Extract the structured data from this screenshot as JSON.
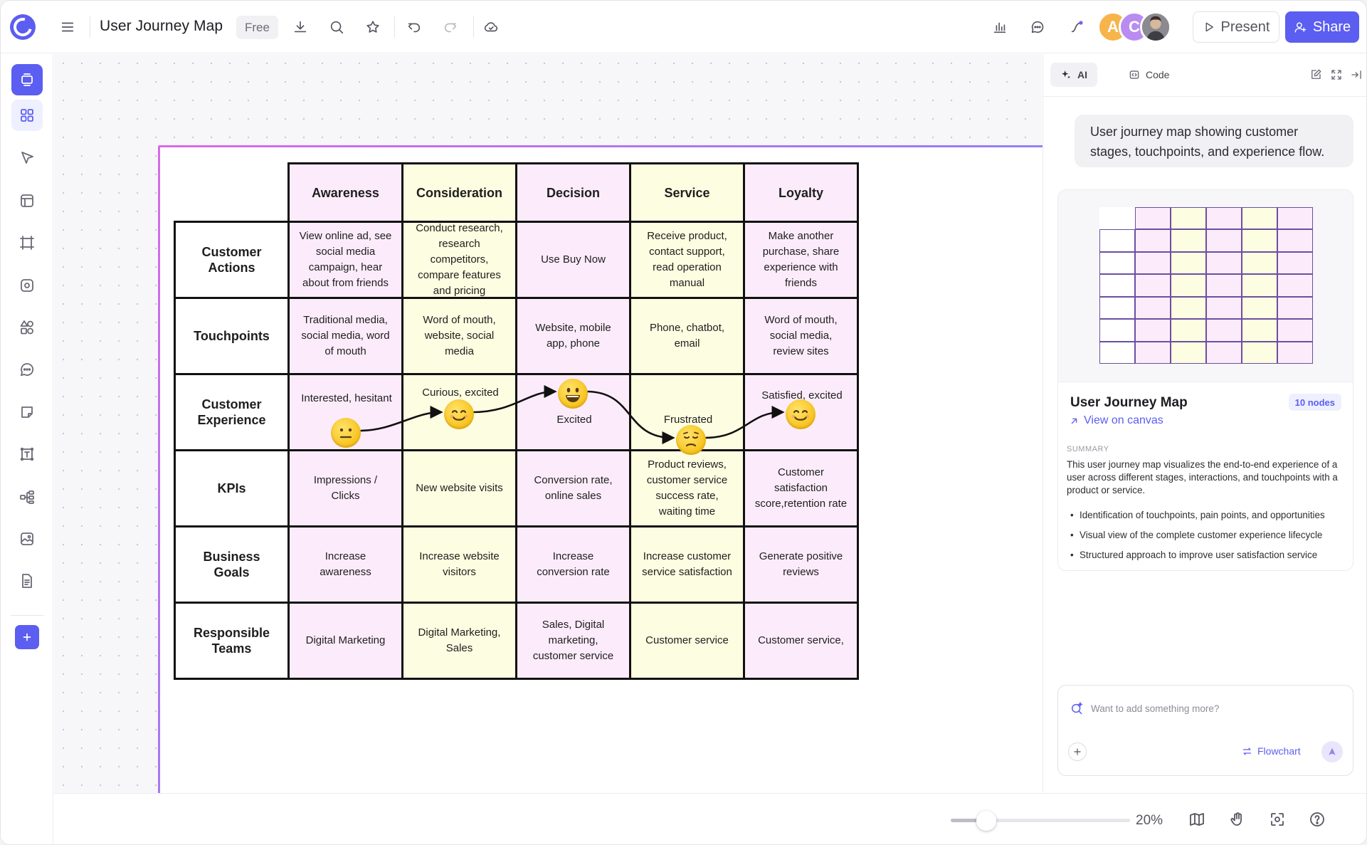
{
  "app": {
    "document_title": "User Journey Map",
    "plan_badge": "Free",
    "avatars": [
      {
        "initial": "A",
        "color": "#f6b44a"
      },
      {
        "initial": "C",
        "color": "#b88cf0"
      },
      {
        "initial": "",
        "color": "#6f6f78"
      }
    ],
    "present_label": "Present",
    "share_label": "Share",
    "accent_color": "#5b5ef0"
  },
  "toolbar": {
    "icons": [
      "menu-icon",
      "download-icon",
      "search-icon",
      "star-icon",
      "undo-icon",
      "redo-icon",
      "cloud-icon",
      "chart-icon",
      "comment-icon",
      "connector-icon"
    ]
  },
  "left_tools": [
    "frame-tool",
    "templates-tool",
    "select-tool",
    "layout-tool",
    "section-tool",
    "shape-tool",
    "shapes-tool",
    "comment-tool",
    "sticky-note-tool",
    "text-tool",
    "mindmap-tool",
    "image-tool",
    "document-tool",
    "add-tool"
  ],
  "journey_map": {
    "stages": [
      "Awareness",
      "Consideration",
      "Decision",
      "Service",
      "Loyalty"
    ],
    "rows": [
      {
        "label": "Customer Actions",
        "cells": [
          "View online ad, see social media campaign, hear about from friends",
          "Conduct research, research competitors, compare features and pricing",
          "Use Buy Now",
          "Receive product, contact support, read operation manual",
          "Make another purchase, share experience with friends"
        ]
      },
      {
        "label": "Touchpoints",
        "cells": [
          "Traditional media, social media, word of mouth",
          "Word of mouth, website, social media",
          "Website, mobile app, phone",
          "Phone, chatbot, email",
          "Word of mouth, social media, review sites"
        ]
      },
      {
        "label": "Customer Experience",
        "cells": [
          "Interested, hesitant",
          "Curious, excited",
          "Excited",
          "Frustrated",
          "Satisfied, excited"
        ],
        "moods": [
          "neutral",
          "happy",
          "very-happy",
          "sad",
          "happy"
        ]
      },
      {
        "label": "KPIs",
        "cells": [
          "Impressions / Clicks",
          "New website visits",
          "Conversion rate, online sales",
          "Product reviews, customer service success rate, waiting time",
          "Customer satisfaction score,retention rate"
        ]
      },
      {
        "label": "Business Goals",
        "cells": [
          "Increase awareness",
          "Increase website visitors",
          "Increase conversion rate",
          "Increase customer service satisfaction",
          "Generate positive reviews"
        ]
      },
      {
        "label": "Responsible Teams",
        "cells": [
          "Digital Marketing",
          "Digital Marketing, Sales",
          "Sales, Digital marketing, customer service",
          "Customer service",
          "Customer service,"
        ]
      }
    ],
    "colors": {
      "pink": "#fcecfb",
      "yellow": "#fdfde1"
    }
  },
  "panel": {
    "tabs": [
      "AI",
      "Code"
    ],
    "user_prompt": "User journey map showing customer stages, touchpoints, and experience flow.",
    "result": {
      "title": "User Journey Map",
      "badge": "10 nodes",
      "link": "View on canvas",
      "summary_heading": "SUMMARY",
      "summary": "This user journey map visualizes the end-to-end experience of a user across different stages, interactions, and touchpoints with a product or service.",
      "bullets": [
        "Identification of touchpoints, pain points, and opportunities",
        "Visual view of the complete customer experience lifecycle",
        "Structured approach to improve user satisfaction service"
      ]
    },
    "composer": {
      "placeholder": "Want to add something more?",
      "mode_label": "Flowchart"
    }
  },
  "zoom": {
    "value": 0.2,
    "label": "20%"
  }
}
